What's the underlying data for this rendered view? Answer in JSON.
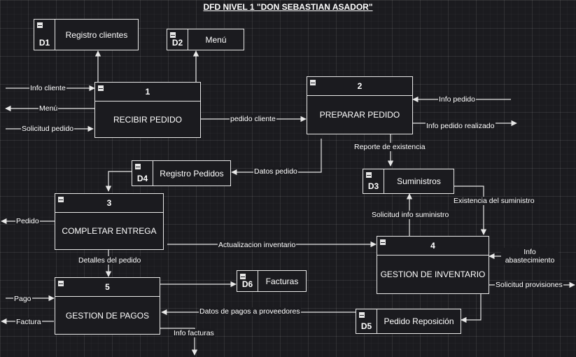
{
  "title": "DFD NIVEL 1 \"DON SEBASTIAN ASADOR\"",
  "processes": [
    {
      "id": "1",
      "name": "RECIBIR PEDIDO"
    },
    {
      "id": "2",
      "name": "PREPARAR PEDIDO"
    },
    {
      "id": "3",
      "name": "COMPLETAR ENTREGA"
    },
    {
      "id": "4",
      "name": "GESTION DE INVENTARIO"
    },
    {
      "id": "5",
      "name": "GESTION DE PAGOS"
    }
  ],
  "stores": [
    {
      "id": "D1",
      "name": "Registro clientes"
    },
    {
      "id": "D2",
      "name": "Menú"
    },
    {
      "id": "D4",
      "name": "Registro Pedidos"
    },
    {
      "id": "D3",
      "name": "Suministros"
    },
    {
      "id": "D6",
      "name": "Facturas"
    },
    {
      "id": "D5",
      "name": "Pedido Reposición"
    }
  ],
  "flows": {
    "info_cliente": "Info cliente",
    "menu": "Menú",
    "solicitud_pedido": "Solicitud pedido",
    "pedido_cliente": "pedido cliente",
    "info_pedido": "Info pedido",
    "info_pedido_realizado": "Info pedido realizado",
    "reporte_existencia": "Reporte de existencia",
    "datos_pedido": "Datos pedido",
    "existencia_suministro": "Existencia del suministro",
    "solicitud_info_suministro": "Solicitud info suministro",
    "pedido": "Pedido",
    "actualizacion_inventario": "Actualizacion inventario",
    "info_abastecimiento": "Info abastecimiento",
    "solicitud_provisiones": "Solicitud provisiones",
    "detalles_pedido": "Detalles del pedido",
    "pago": "Pago",
    "factura": "Factura",
    "datos_pagos_proveedores": "Datos de pagos a proveedores",
    "info_facturas": "Info facturas"
  }
}
